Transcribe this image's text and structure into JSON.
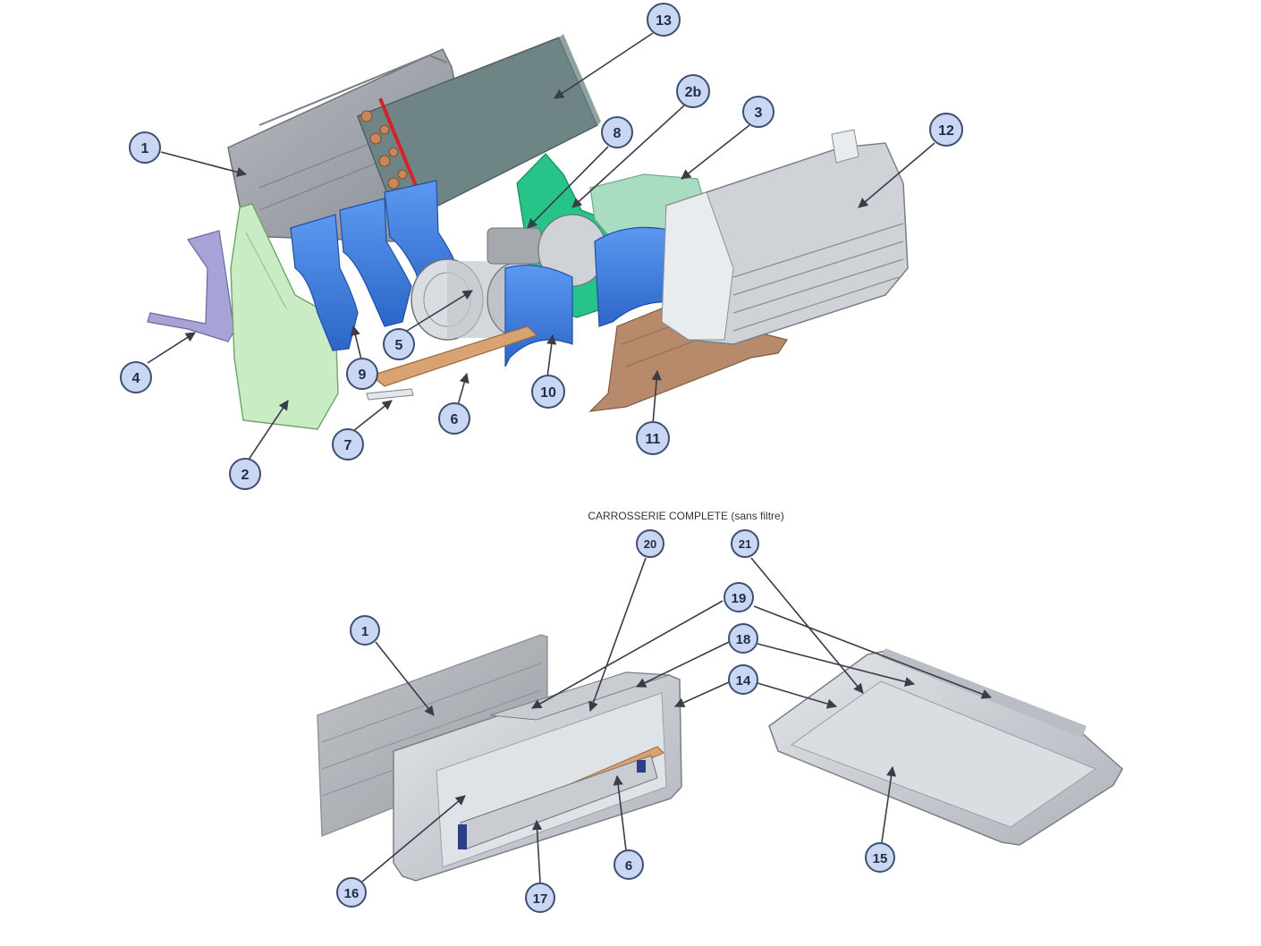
{
  "caption": "CARROSSERIE COMPLETE (sans filtre)",
  "labels": {
    "l1": "1",
    "l2": "2",
    "l2b": "2b",
    "l3": "3",
    "l4": "4",
    "l5": "5",
    "l6": "6",
    "l7": "7",
    "l8": "8",
    "l9": "9",
    "l10": "10",
    "l11": "11",
    "l12": "12",
    "l13": "13",
    "b1": "1",
    "b6": "6",
    "b14": "14",
    "b15": "15",
    "b16": "16",
    "b17": "17",
    "b18": "18",
    "b19": "19",
    "b20": "20",
    "b21": "21"
  },
  "colors": {
    "frame_gray": "#9a9ea4",
    "coil_teal": "#6f8585",
    "fan_blue": "#3f7fe0",
    "fan_green": "#27c48a",
    "side_green": "#c9ecc4",
    "mint": "#a9dcc0",
    "copper": "#c8865a",
    "tray_brown": "#b68a6a",
    "lilac": "#a8a3d6",
    "cover_gray": "#c9cdd2"
  }
}
